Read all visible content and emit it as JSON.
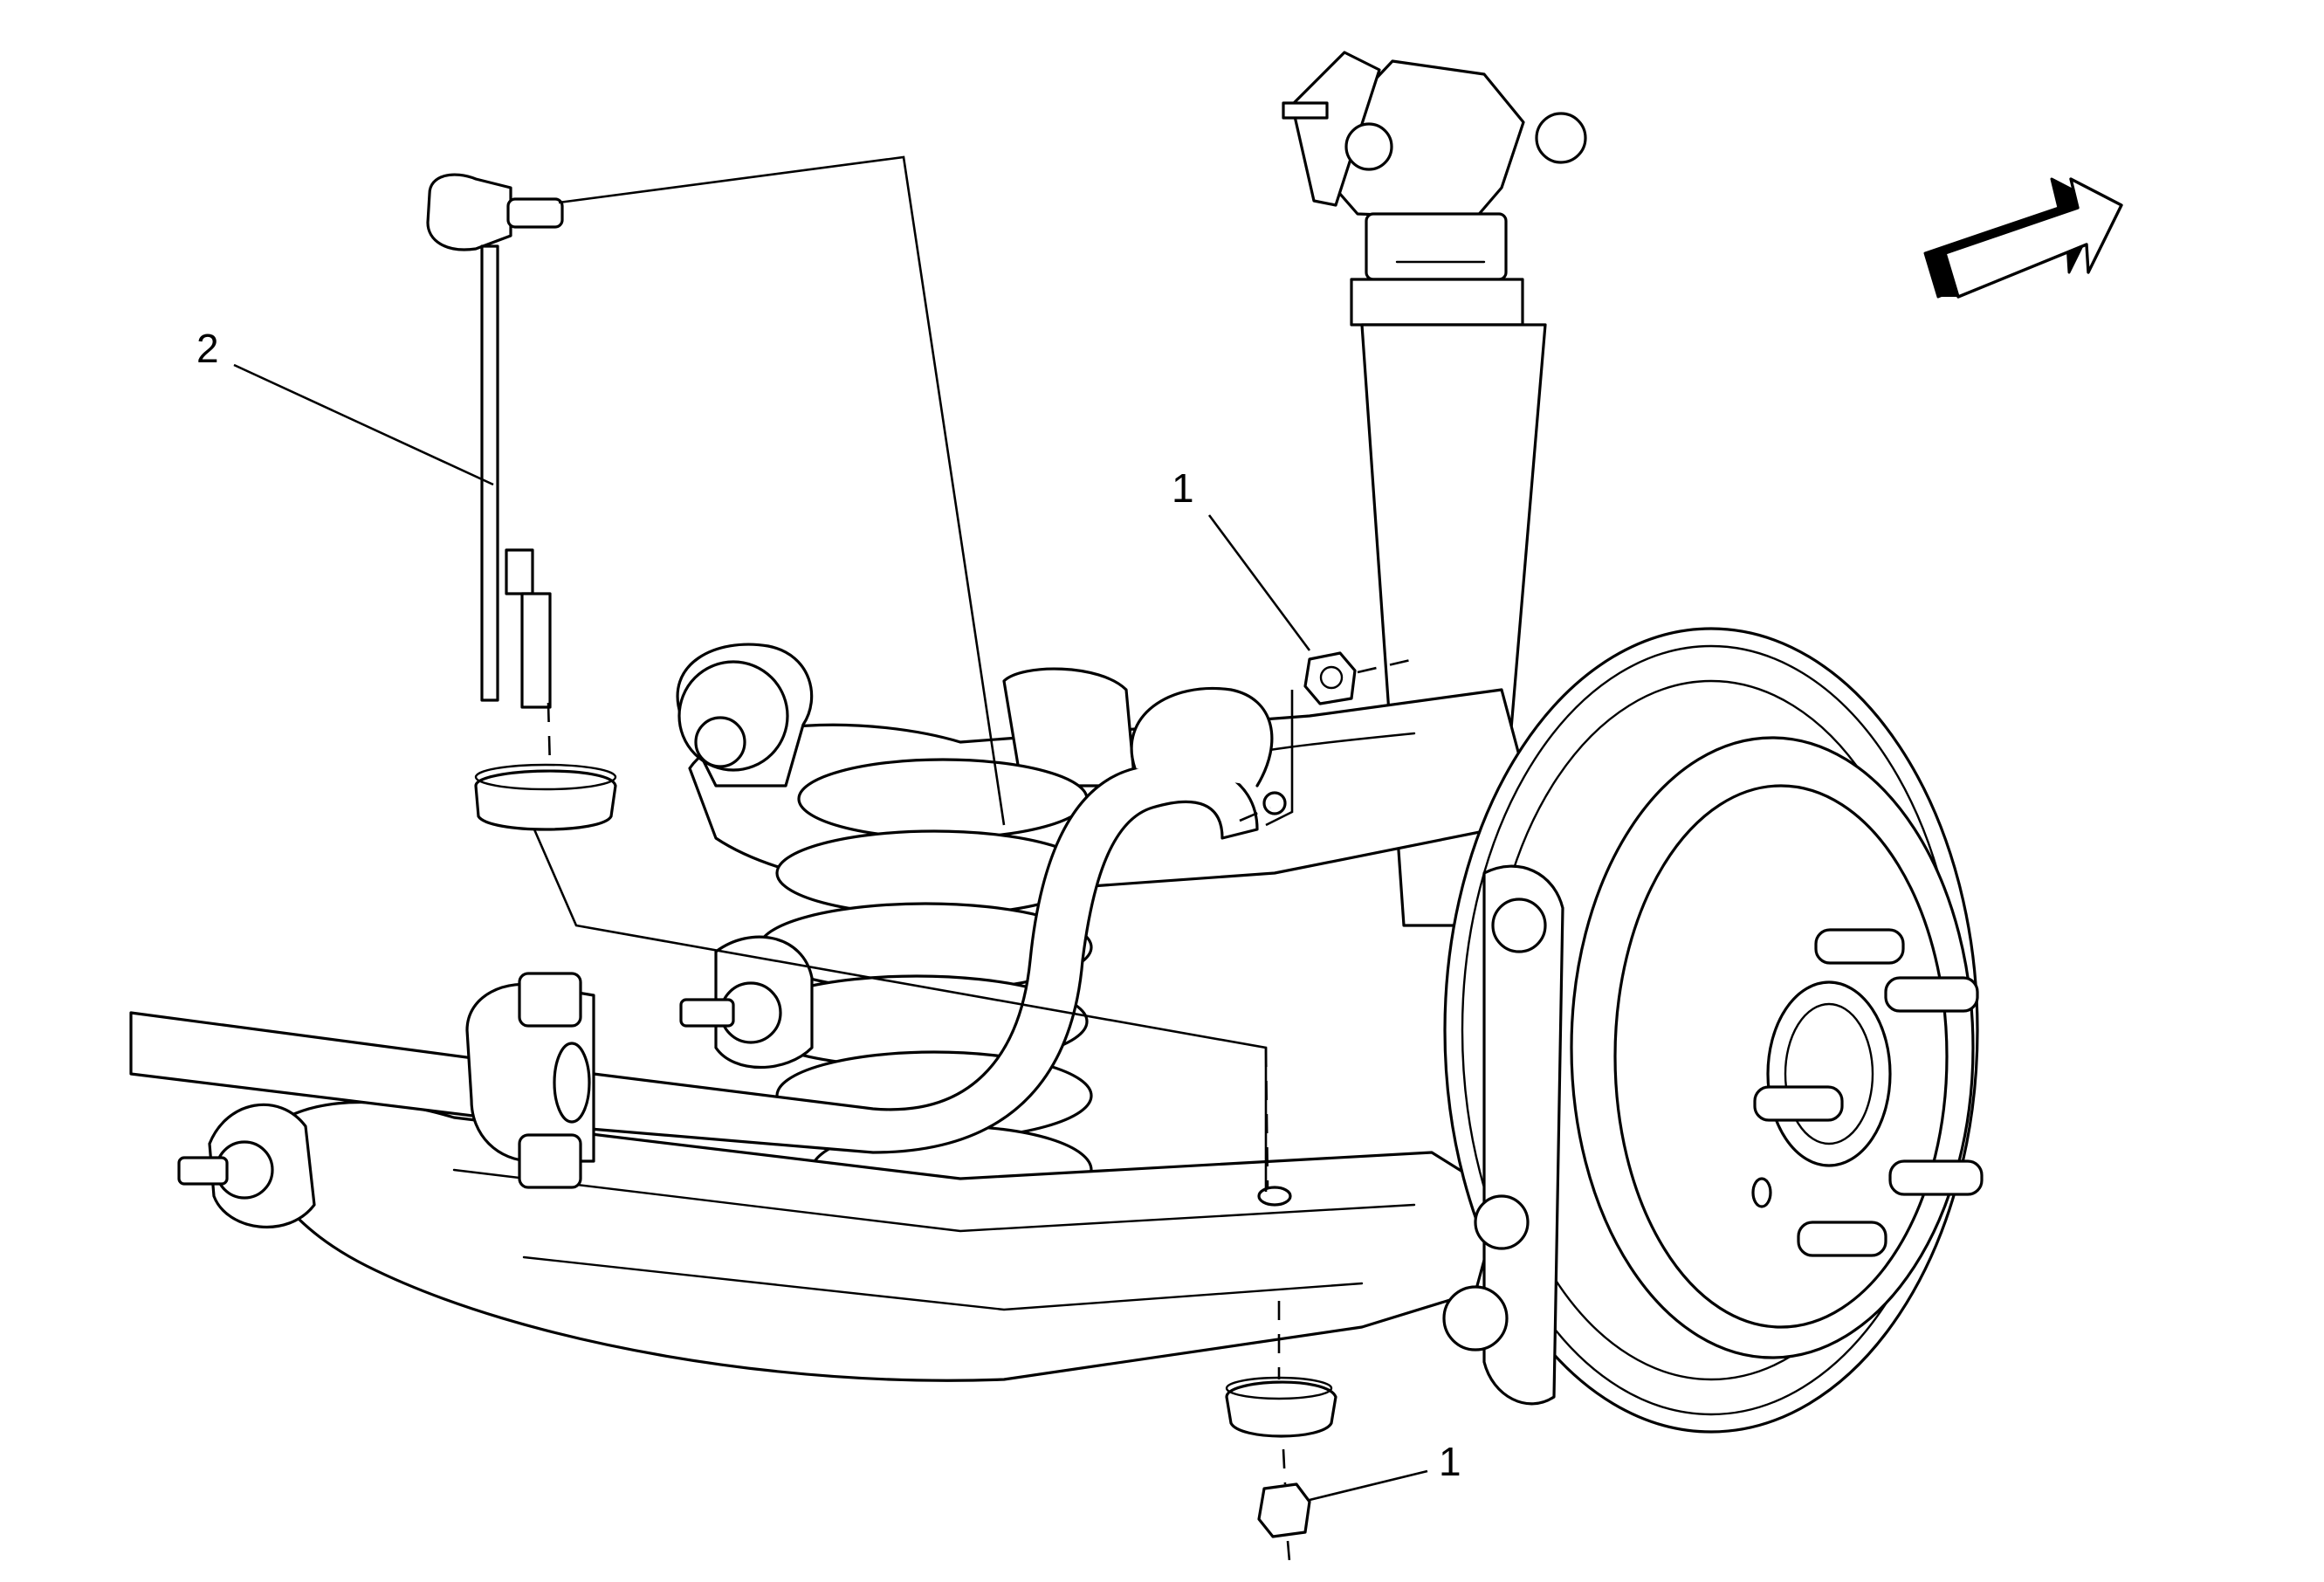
{
  "callouts": {
    "nut_upper": "1",
    "nut_lower": "1",
    "stabilizer_link": "2"
  },
  "icons": {
    "direction": "front-direction-arrow-icon"
  },
  "colors": {
    "line": "#000000",
    "background": "#ffffff"
  }
}
